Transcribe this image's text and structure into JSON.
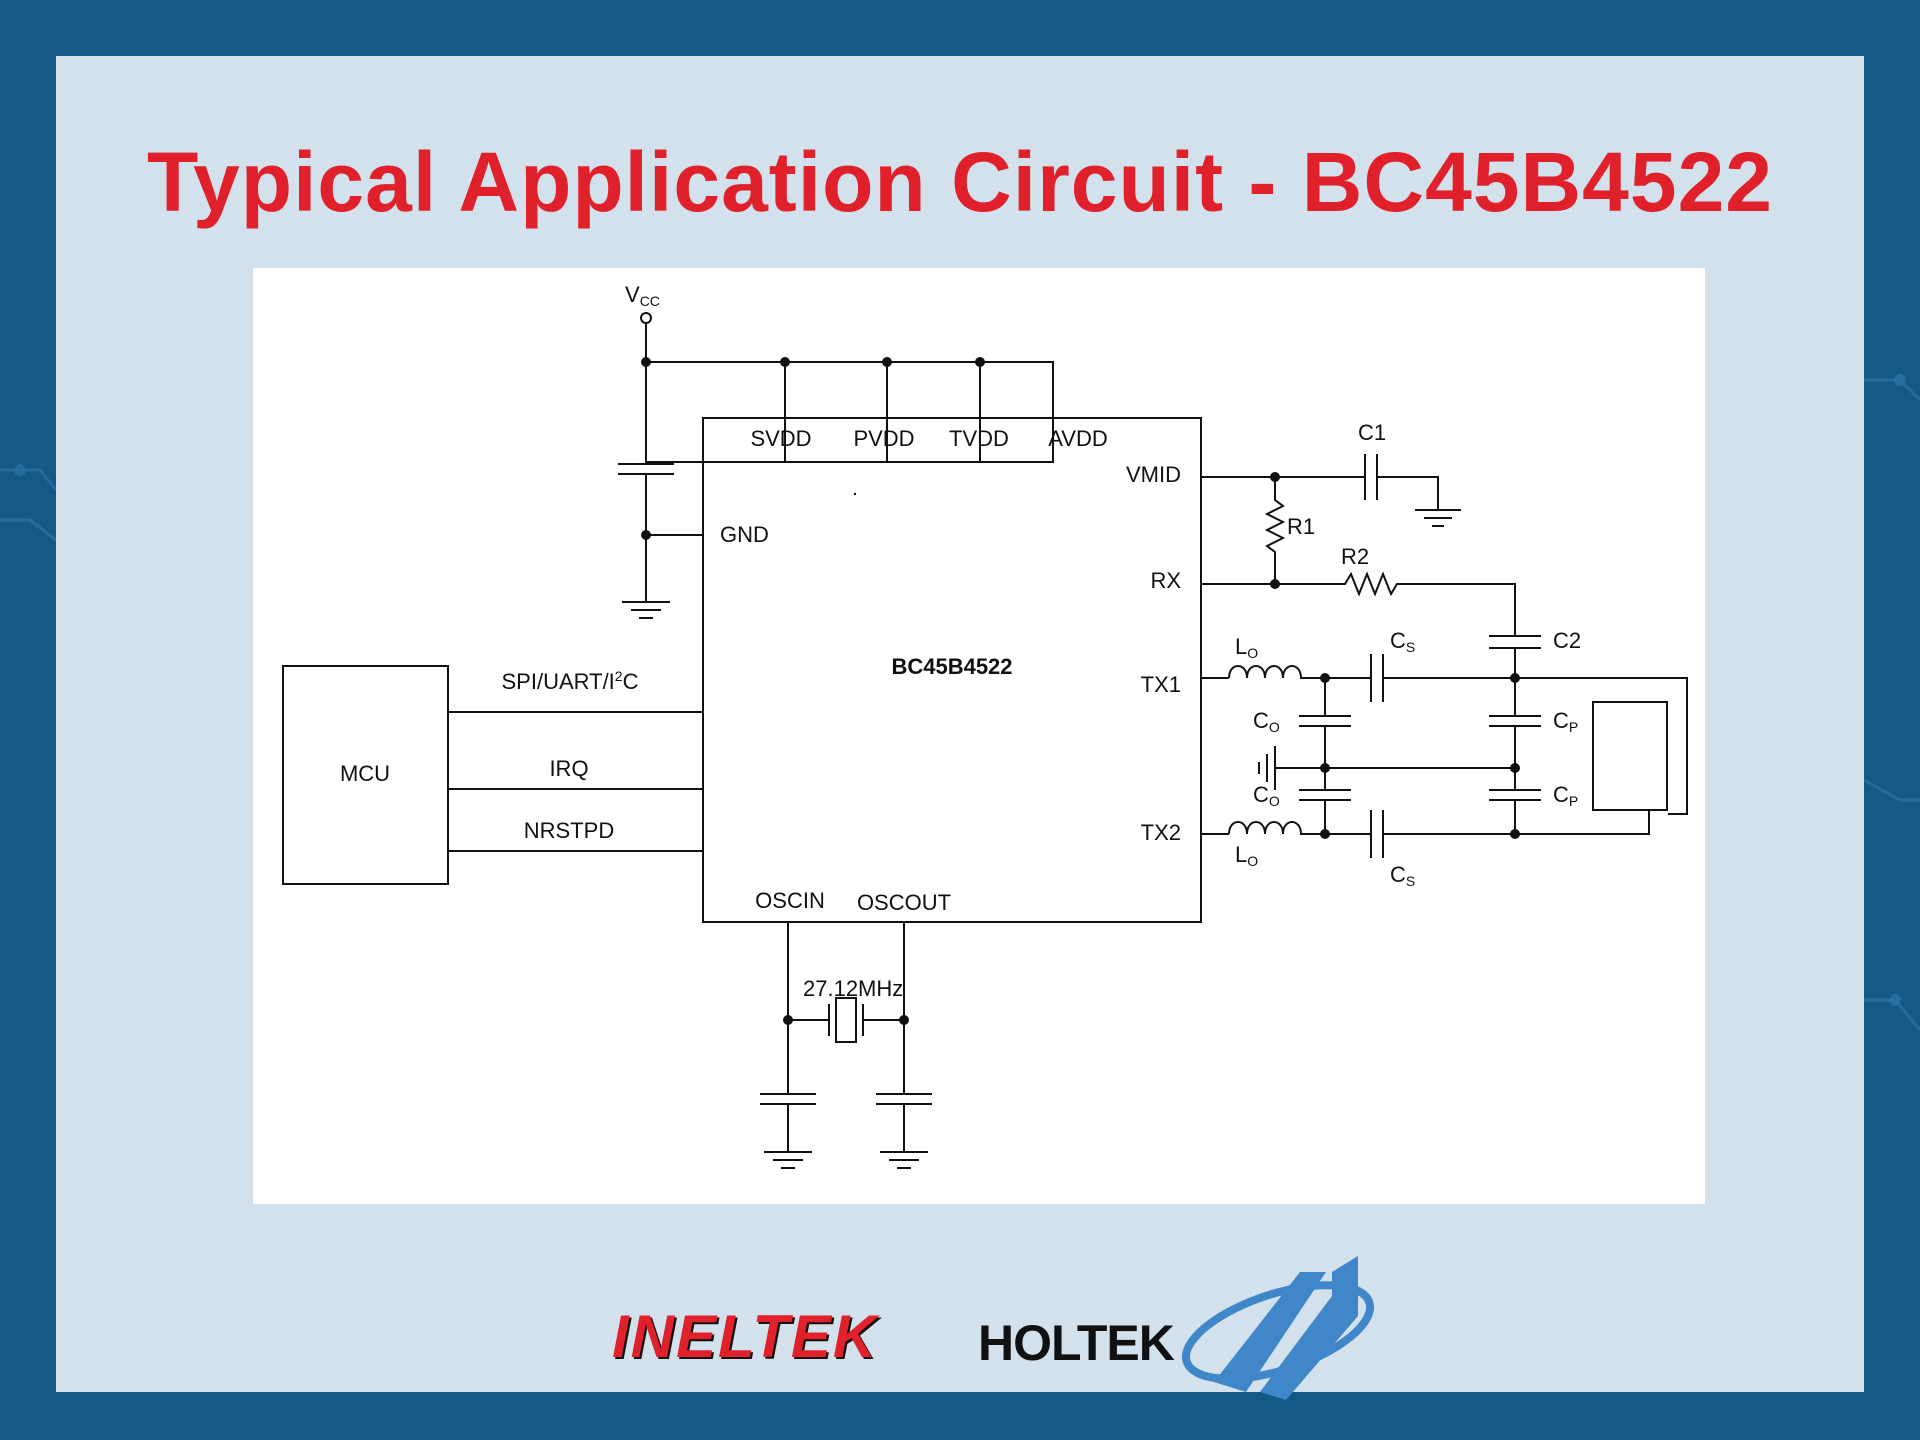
{
  "title": "Typical Application Circuit - BC45B4522",
  "schematic": {
    "vcc": "V",
    "vcc_sub": "CC",
    "ic_name": "BC45B4522",
    "pins_top": [
      "SVDD",
      "PVDD",
      "TVDD",
      "AVDD"
    ],
    "pin_gnd": "GND",
    "pin_vmid": "VMID",
    "pin_rx": "RX",
    "pin_tx1": "TX1",
    "pin_tx2": "TX2",
    "pin_oscin": "OSCIN",
    "pin_oscout": "OSCOUT",
    "mcu": "MCU",
    "bus_spi": "SPI/UART/I",
    "bus_spi_sup": "2",
    "bus_spi_tail": "C",
    "bus_irq": "IRQ",
    "bus_nrst": "NRSTPD",
    "c1": "C1",
    "c2": "C2",
    "r1": "R1",
    "r2": "R2",
    "lo": "L",
    "lo_sub": "O",
    "cs": "C",
    "cs_sub": "S",
    "co": "C",
    "co_sub": "O",
    "cp": "C",
    "cp_sub": "P",
    "crystal": "27.12MHz"
  },
  "logos": {
    "ineltek": "INELTEK",
    "holtek": "HOLTEK"
  },
  "colors": {
    "title": "#e0202a",
    "panel": "#d2e1eb",
    "background": "#155a86",
    "holtek_mark": "#3f87c9"
  }
}
